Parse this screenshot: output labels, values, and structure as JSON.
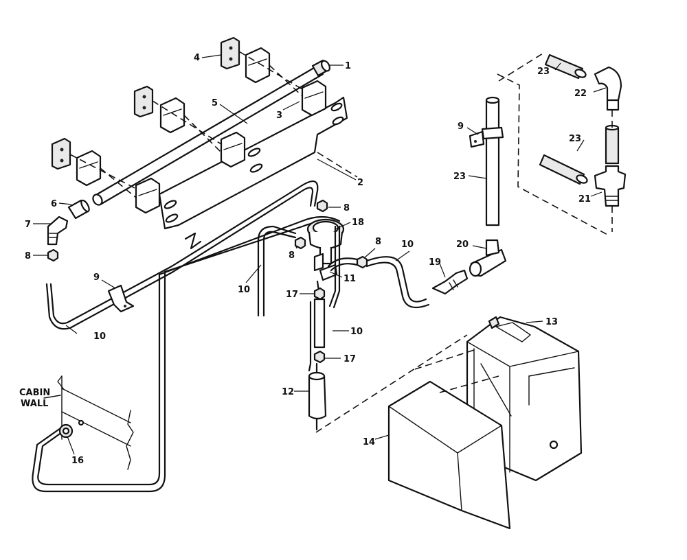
{
  "diagram": {
    "callouts": {
      "c1": "1",
      "c2": "2",
      "c3": "3",
      "c4": "4",
      "c5": "5",
      "c6": "6",
      "c7": "7",
      "c8a": "8",
      "c8b": "8",
      "c8c": "8",
      "c8d": "8",
      "c9a": "9",
      "c9b": "9",
      "c10a": "10",
      "c10b": "10",
      "c10c": "10",
      "c10d": "10",
      "c11": "11",
      "c12": "12",
      "c13": "13",
      "c14": "14",
      "c16": "16",
      "c17a": "17",
      "c17b": "17",
      "c18": "18",
      "c19": "19",
      "c20": "20",
      "c21": "21",
      "c22": "22",
      "c23a": "23",
      "c23b": "23",
      "c23c": "23"
    },
    "cabin_wall_line1": "CABIN",
    "cabin_wall_line2": "WALL"
  }
}
